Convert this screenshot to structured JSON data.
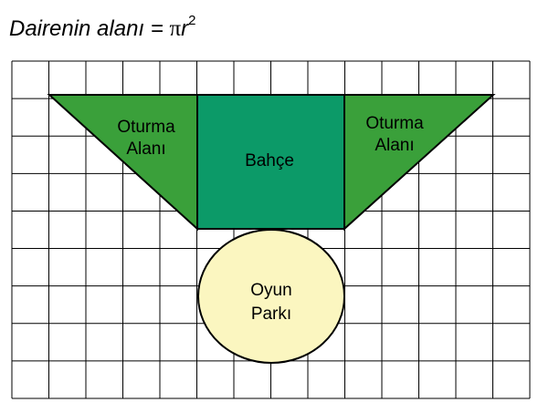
{
  "formula": {
    "prefix": "Dairenin alanı = ",
    "pi": "π",
    "variable": "r",
    "exponent": "2"
  },
  "grid": {
    "columns": 14,
    "rows": 9
  },
  "regions": {
    "left_seating": {
      "line1": "Oturma",
      "line2": "Alanı",
      "color": "#3aa03a"
    },
    "garden": {
      "label": "Bahçe",
      "color": "#0c9a68"
    },
    "right_seating": {
      "line1": "Oturma",
      "line2": "Alanı",
      "color": "#3aa03a"
    },
    "playground": {
      "line1": "Oyun",
      "line2": "Parkı",
      "color": "#fbf6c0"
    }
  }
}
